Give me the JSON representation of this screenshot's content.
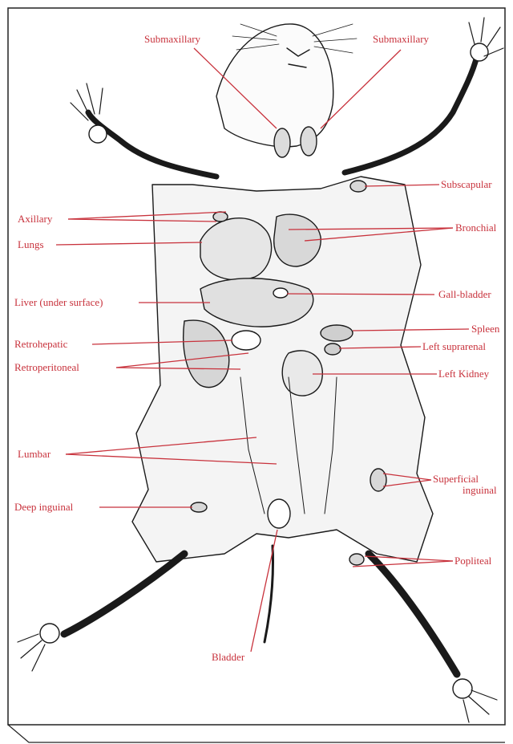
{
  "labels": {
    "submaxillary_left": "Submaxillary",
    "submaxillary_right": "Submaxillary",
    "subscapular": "Subscapular",
    "axillary": "Axillary",
    "bronchial": "Bronchial",
    "lungs": "Lungs",
    "liver": "Liver (under surface)",
    "gall_bladder": "Gall-bladder",
    "spleen": "Spleen",
    "retrohepatic": "Retrohepatic",
    "left_suprarenal": "Left suprarenal",
    "retroperitoneal": "Retroperitoneal",
    "left_kidney": "Left Kidney",
    "lumbar": "Lumbar",
    "superficial_inguinal_1": "Superficial",
    "superficial_inguinal_2": "inguinal",
    "deep_inguinal": "Deep inguinal",
    "popliteal": "Popliteal",
    "bladder": "Bladder"
  },
  "colors": {
    "label": "#c8323c",
    "ink": "#1a1a1a",
    "paper": "#ffffff"
  }
}
